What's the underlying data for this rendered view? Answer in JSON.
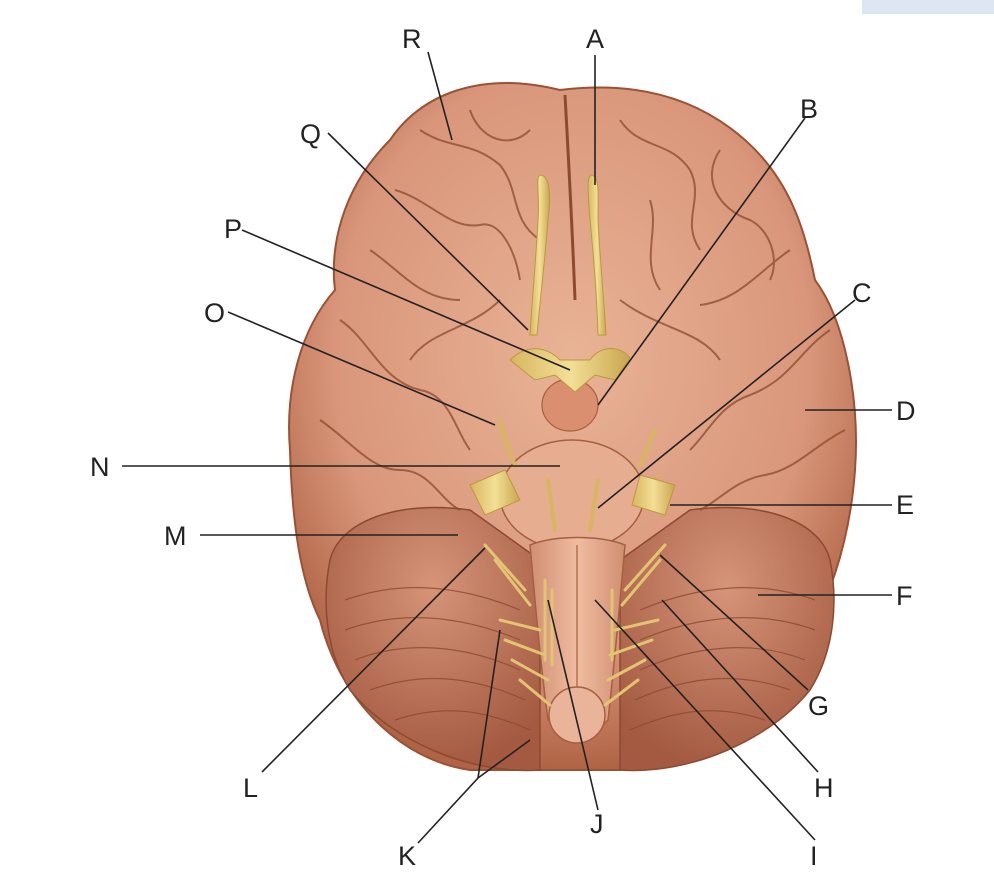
{
  "labels": {
    "A": "A",
    "B": "B",
    "C": "C",
    "D": "D",
    "E": "E",
    "F": "F",
    "G": "G",
    "H": "H",
    "I": "I",
    "J": "J",
    "K": "K",
    "L": "L",
    "M": "M",
    "N": "N",
    "O": "O",
    "P": "P",
    "Q": "Q",
    "R": "R"
  },
  "colors": {
    "cortex": "#d99a7c",
    "cortex_dark": "#a85a3c",
    "sulcus": "#8c4a30",
    "cerebellum": "#c98268",
    "brainstem": "#e3a98c",
    "nerve": "#e9d07c",
    "nerve_dark": "#b99a3c",
    "leader": "#222222",
    "corner_tab": "#dde7f1"
  },
  "icons": [
    "brain-inferior-view-illustration"
  ]
}
